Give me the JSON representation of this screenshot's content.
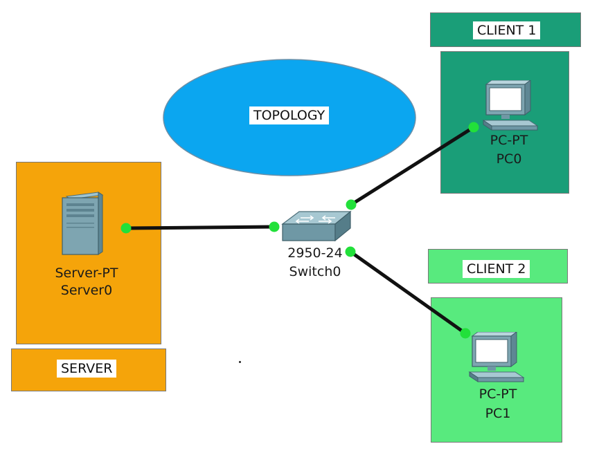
{
  "colors": {
    "server_area": "#f5a40a",
    "client1_area": "#1a9e78",
    "client2_area": "#58ea7e",
    "topology_ellipse": "#0ba6f0",
    "link": "#111111",
    "port_up": "#22e03a"
  },
  "topology": {
    "label": "TOPOLOGY"
  },
  "server": {
    "area_label": "SERVER",
    "device": {
      "type": "Server-PT",
      "name": "Server0",
      "icon": "server-tower-icon"
    }
  },
  "switch": {
    "device": {
      "type": "2950-24",
      "name": "Switch0",
      "icon": "switch-icon"
    }
  },
  "client1": {
    "area_label": "CLIENT 1",
    "device": {
      "type": "PC-PT",
      "name": "PC0",
      "icon": "desktop-pc-icon"
    }
  },
  "client2": {
    "area_label": "CLIENT 2",
    "device": {
      "type": "PC-PT",
      "name": "PC1",
      "icon": "desktop-pc-icon"
    }
  },
  "links": [
    {
      "from": "Server0",
      "to": "Switch0"
    },
    {
      "from": "Switch0",
      "to": "PC0"
    },
    {
      "from": "Switch0",
      "to": "PC1"
    }
  ]
}
